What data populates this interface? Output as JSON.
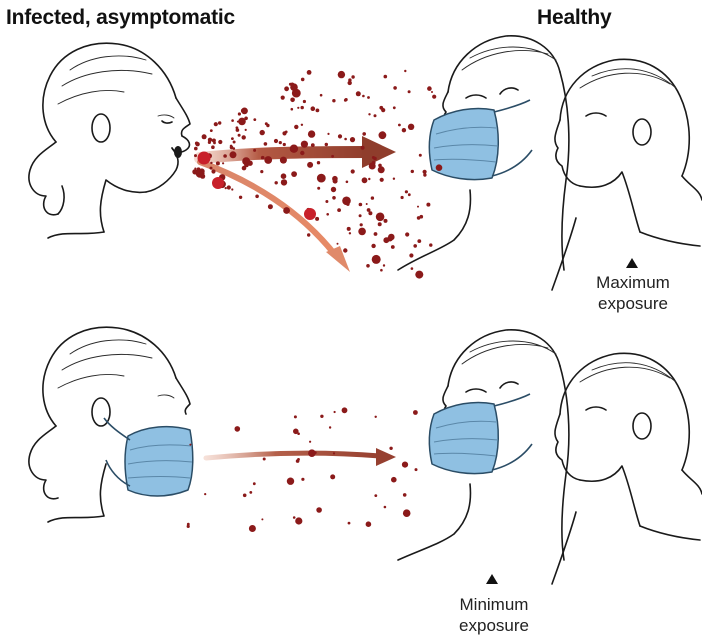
{
  "headers": {
    "infected": "Infected, asymptomatic",
    "healthy": "Healthy"
  },
  "labels": {
    "top_line1": "Maximum",
    "top_line2": "exposure",
    "bottom_line1": "Minimum",
    "bottom_line2": "exposure"
  },
  "colors": {
    "droplet": "#8b1a1a",
    "droplet_large": "#c8202a",
    "arrow_main": "#a0523c",
    "arrow_light": "#e08a6a",
    "mask_fill": "#8fc0e2",
    "mask_stroke": "#2b4d66"
  }
}
